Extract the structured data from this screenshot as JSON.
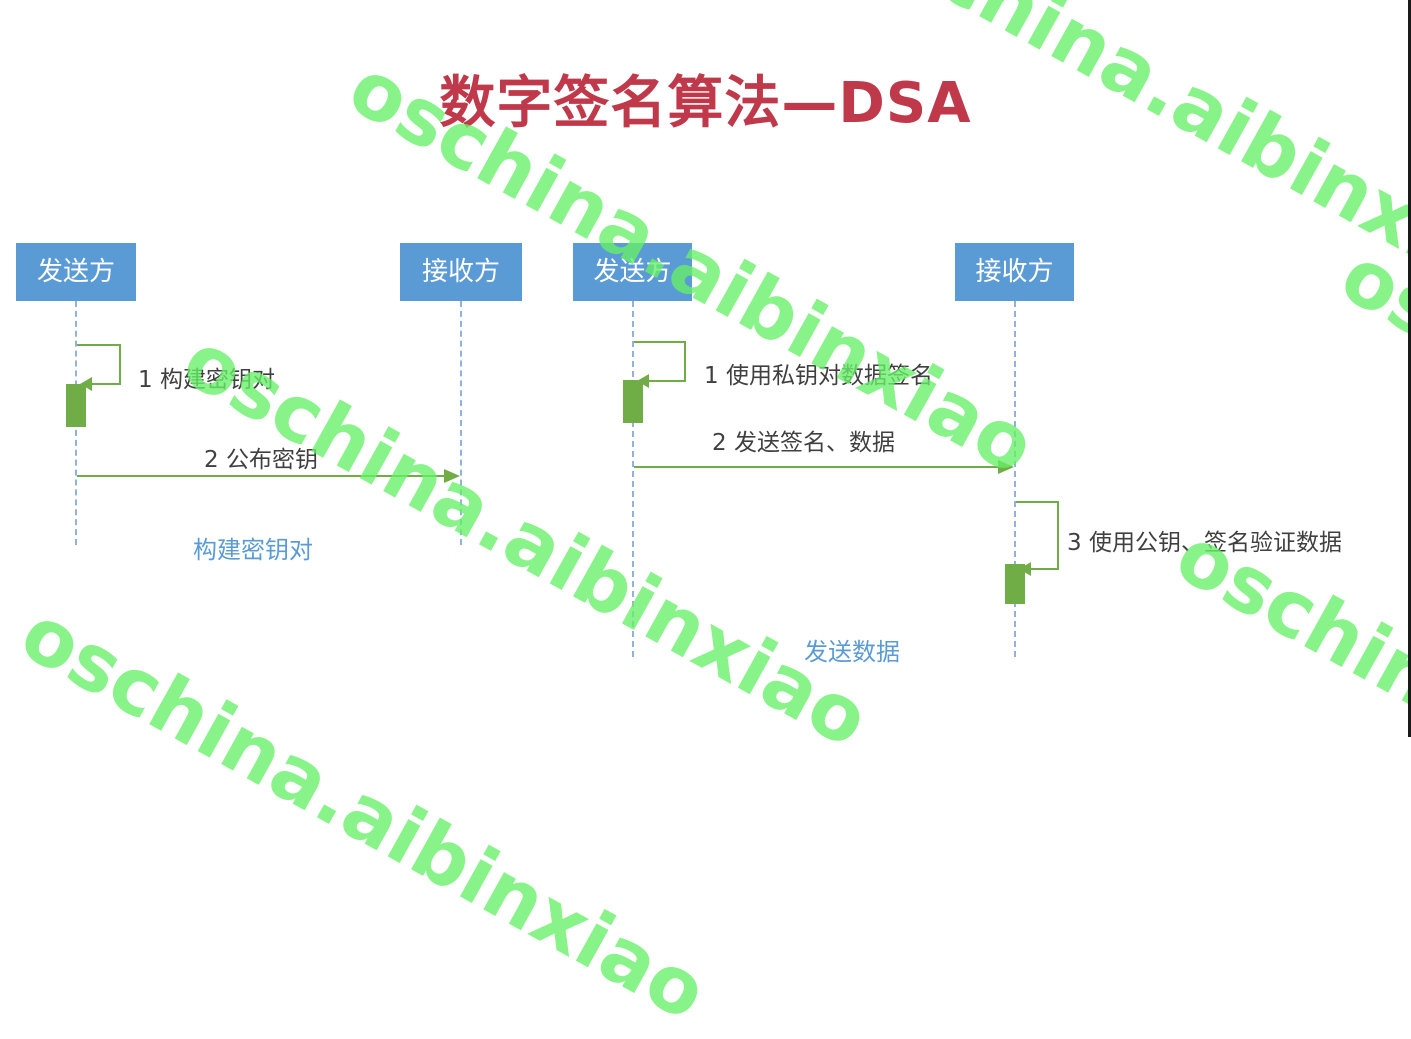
{
  "title": "数字签名算法—DSA",
  "left_diagram": {
    "sender": "发送方",
    "receiver": "接收方",
    "step1": "1 构建密钥对",
    "step2": "2 公布密钥",
    "caption": "构建密钥对"
  },
  "right_diagram": {
    "sender": "发送方",
    "receiver": "接收方",
    "step1": "1 使用私钥对数据签名",
    "step2": "2 发送签名、数据",
    "step3": "3 使用公钥、签名验证数据",
    "caption": "发送数据"
  },
  "watermark": "oschina.aibinxiao",
  "colors": {
    "actor_bg": "#5b9bd5",
    "title": "#c0394a",
    "activation": "#70ad47",
    "arrow": "#70ad47",
    "watermark": "#66f066"
  }
}
